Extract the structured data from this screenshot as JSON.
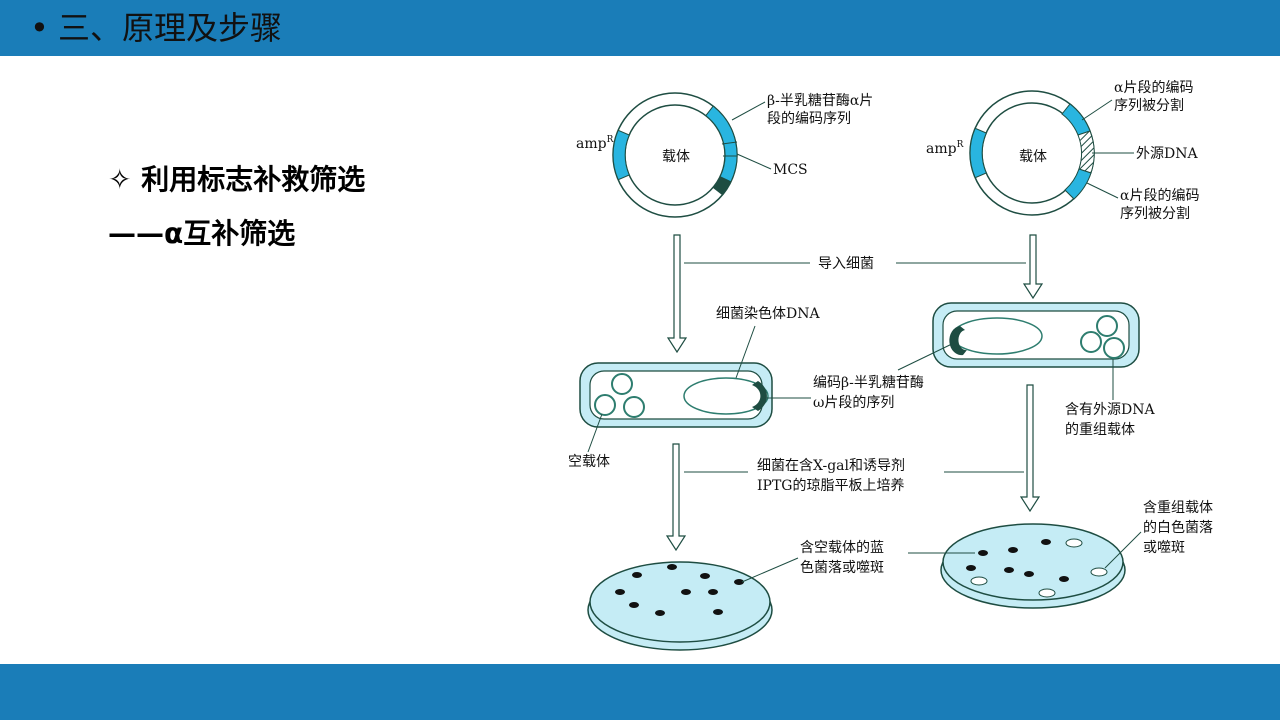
{
  "slide": {
    "bullet": "•",
    "title": "三、原理及步骤",
    "heading1": "✧ 利用标志补救筛选",
    "heading2": "——α互补筛选"
  },
  "diagram": {
    "left_vector": {
      "amp_label": "amp",
      "amp_sup": "R",
      "center_label": "载体",
      "beta_label_1": "β-半乳糖苷酶α片",
      "beta_label_2": "段的编码序列",
      "mcs_label": "MCS"
    },
    "right_vector": {
      "amp_label": "amp",
      "amp_sup": "R",
      "center_label": "载体",
      "split_top_1": "α片段的编码",
      "split_top_2": "序列被分割",
      "foreign_dna": "外源DNA",
      "split_bottom_1": "α片段的编码",
      "split_bottom_2": "序列被分割"
    },
    "step_transform": "导入细菌",
    "chromosome_label": "细菌染色体DNA",
    "omega_label_1": "编码β-半乳糖苷酶",
    "omega_label_2": "ω片段的序列",
    "empty_vector_label": "空载体",
    "recombinant_label_1": "含有外源DNA",
    "recombinant_label_2": "的重组载体",
    "culture_label_1": "细菌在含X-gal和诱导剂",
    "culture_label_2": "IPTG的琼脂平板上培养",
    "blue_colony_1": "含空载体的蓝",
    "blue_colony_2": "色菌落或噬斑",
    "white_colony_1": "含重组载体",
    "white_colony_2": "的白色菌落",
    "white_colony_3": "或噬斑",
    "colors": {
      "vector_cyan": "#29b5e0",
      "dark_green": "#1e4d42",
      "plate_fill": "#c5ecf5",
      "bar_blue": "#1a7db8"
    }
  }
}
